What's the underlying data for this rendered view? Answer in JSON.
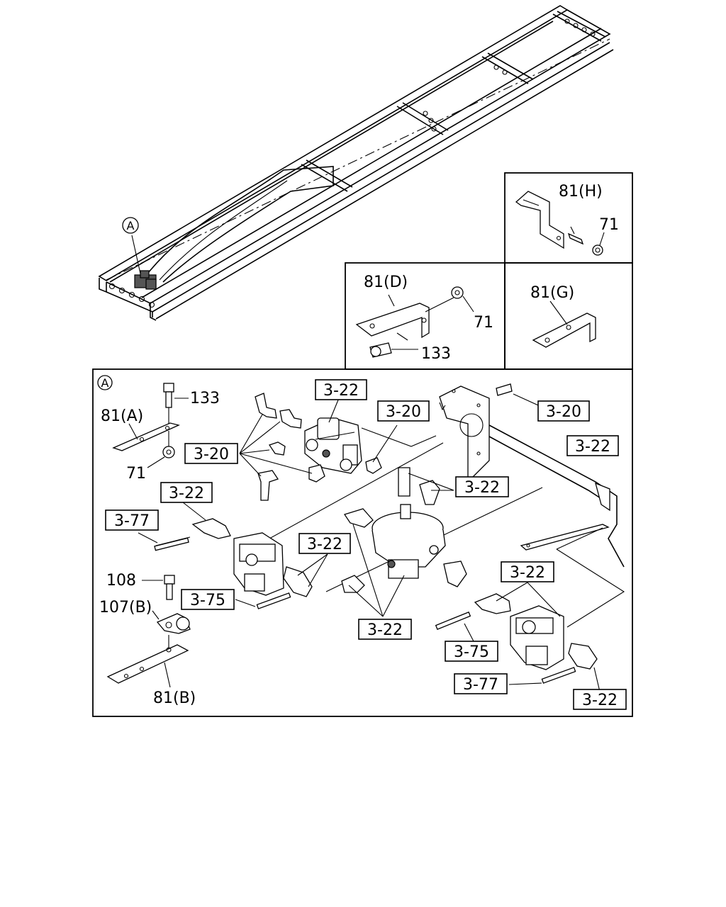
{
  "labels": {
    "callout_a": "A",
    "panel_h_bracket": "81(H)",
    "panel_h_nut": "71",
    "panel_d_bracket": "81(D)",
    "panel_d_nut": "71",
    "panel_d_bolt": "133",
    "panel_g_bracket": "81(G)",
    "detail_a_title": "A",
    "bolt_133": "133",
    "bracket_81a": "81(A)",
    "nut_71": "71",
    "bolt_108": "108",
    "clip_107b": "107(B)",
    "bracket_81b": "81(B)"
  },
  "refs": {
    "r_322_top": "3-22",
    "r_320_mid": "3-20",
    "r_320_right": "3-20",
    "r_320_left": "3-20",
    "r_322_right": "3-22",
    "r_322_left": "3-22",
    "r_322_center_right": "3-22",
    "r_377_left": "3-77",
    "r_322_valve_left": "3-22",
    "r_375_left": "3-75",
    "r_322_bottom_center": "3-22",
    "r_322_lower_right": "3-22",
    "r_375_right": "3-75",
    "r_377_right": "3-77",
    "r_322_bottom_right": "3-22"
  }
}
